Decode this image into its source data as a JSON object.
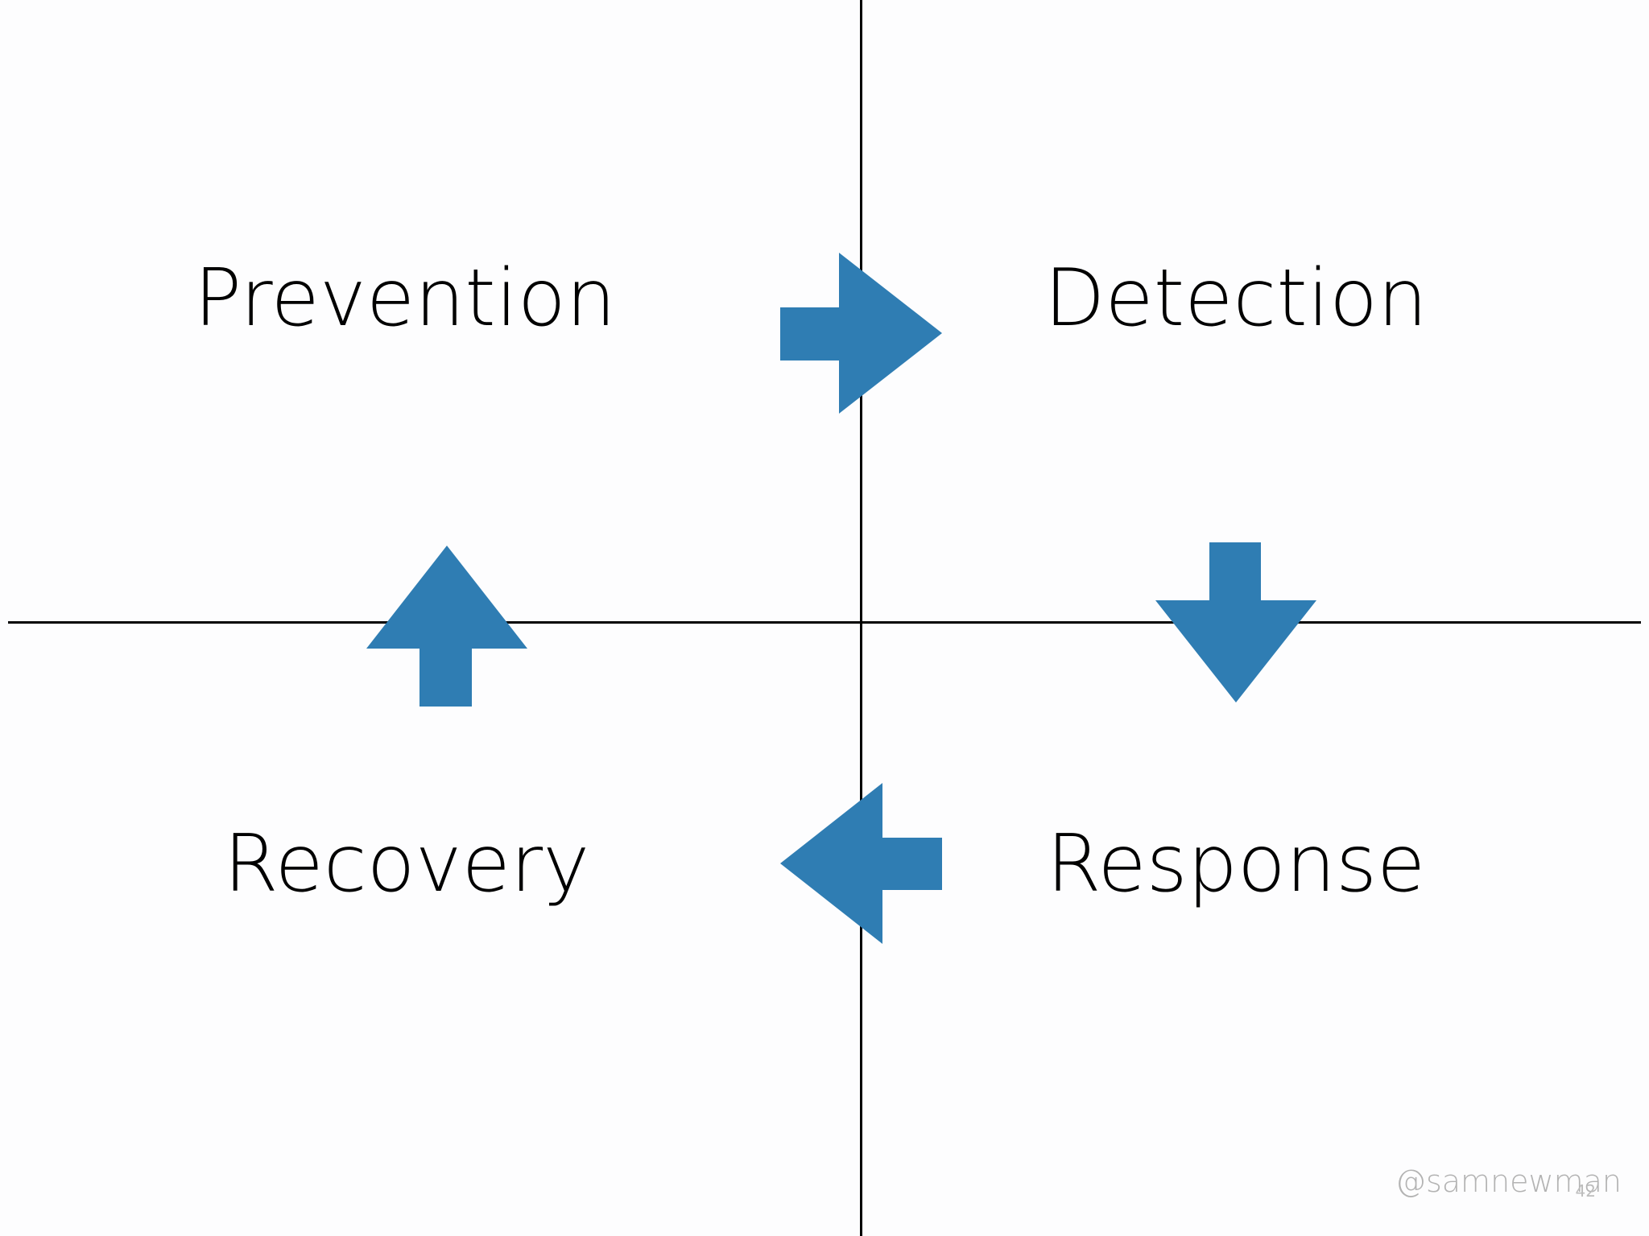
{
  "quadrants": {
    "top_left": "Prevention",
    "top_right": "Detection",
    "bottom_right": "Response",
    "bottom_left": "Recovery"
  },
  "footer": {
    "handle": "@samnewman",
    "page_number": "42"
  },
  "colors": {
    "arrow": "#2f7db3",
    "axis": "#000000",
    "label_text": "#000000",
    "footer_text": "#b3b3b3"
  },
  "icons": {
    "arrow_prevention_to_detection": "arrow-right-icon",
    "arrow_detection_to_response": "arrow-down-icon",
    "arrow_response_to_recovery": "arrow-left-icon",
    "arrow_recovery_to_prevention": "arrow-up-icon"
  }
}
